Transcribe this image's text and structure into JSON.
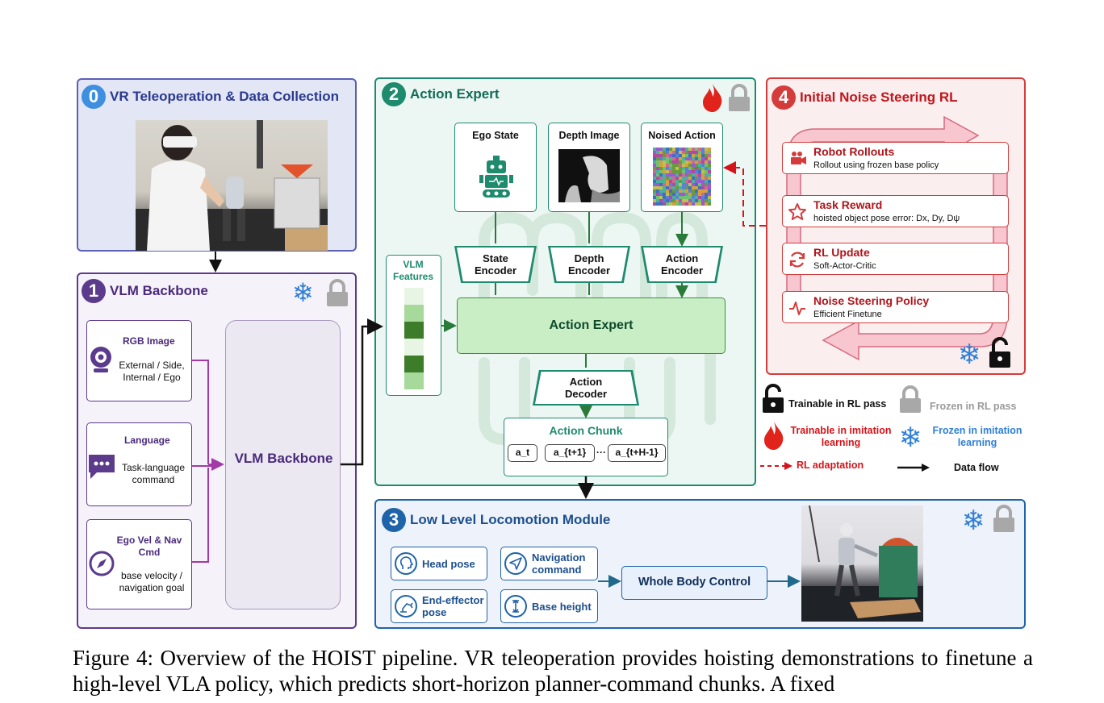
{
  "panels": {
    "p0": {
      "num": "0",
      "title": "VR Teleoperation & Data Collection"
    },
    "p1": {
      "num": "1",
      "title": "VLM Backbone",
      "rgb": {
        "title": "RGB Image",
        "desc": "External / Side, Internal / Ego"
      },
      "lang": {
        "title": "Language",
        "desc": "Task-language command"
      },
      "ego": {
        "title": "Ego Vel & Nav Cmd",
        "desc": "base velocity / navigation goal"
      },
      "backbone": "VLM Backbone"
    },
    "p2": {
      "num": "2",
      "title": "Action Expert",
      "inputs": [
        "Ego State",
        "Depth Image",
        "Noised Action"
      ],
      "encoders": [
        "State Encoder",
        "Depth Encoder",
        "Action Encoder"
      ],
      "vlm_features": "VLM Features",
      "expert": "Action Expert",
      "decoder": "Action Decoder",
      "chunk_title": "Action Chunk",
      "chunk": [
        "a_t",
        "a_{t+1}",
        "···",
        "a_{t+H-1}"
      ]
    },
    "p3": {
      "num": "3",
      "title": "Low Level Locomotion Module",
      "items": [
        "Head pose",
        "Navigation command",
        "End-effector pose",
        "Base height"
      ],
      "wbc": "Whole Body Control"
    },
    "p4": {
      "num": "4",
      "title": "Initial Noise Steering RL",
      "steps": [
        {
          "title": "Robot Rollouts",
          "desc": "Rollout using frozen base policy"
        },
        {
          "title": "Task Reward",
          "desc": "hoisted object pose error: Dx, Dy, Dψ"
        },
        {
          "title": "RL Update",
          "desc": "Soft-Actor-Critic"
        },
        {
          "title": "Noise Steering Policy",
          "desc": "Efficient Finetune"
        }
      ]
    }
  },
  "legend": {
    "trainable_rl": "Trainable in RL pass",
    "frozen_rl": "Frozen in RL pass",
    "trainable_il": "Trainable in imitation learning",
    "frozen_il": "Frozen in imitation learning",
    "rl_adaptation": "RL adaptation",
    "data_flow": "Data flow"
  },
  "caption": "Figure 4: Overview of the HOIST pipeline. VR teleoperation provides hoisting demonstrations to finetune a high-level VLA policy, which predicts short-horizon planner-command chunks. A fixed",
  "colors": {
    "p0": "#5b5fb8",
    "p1": "#5c3a8c",
    "p2": "#1e8a6e",
    "p3": "#1f63a8",
    "p4": "#d43c3c",
    "expert_fill": "#c9eec6",
    "dark_green": "#3d7d2a"
  }
}
